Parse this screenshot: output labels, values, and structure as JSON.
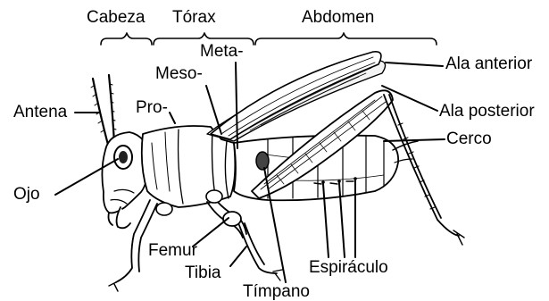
{
  "labels": {
    "cabeza": "Cabeza",
    "torax": "Tórax",
    "abdomen": "Abdomen",
    "meta": "Meta-",
    "meso": "Meso-",
    "pro": "Pro-",
    "antena": "Antena",
    "ojo": "Ojo",
    "ala_anterior": "Ala anterior",
    "ala_posterior": "Ala posterior",
    "cerco": "Cerco",
    "femur": "Femur",
    "tibia": "Tibia",
    "espiraculo": "Espiráculo",
    "timpano": "Tímpano"
  },
  "colors": {
    "ink": "#000000",
    "background": "#ffffff",
    "shading": "#d9d9d9"
  }
}
